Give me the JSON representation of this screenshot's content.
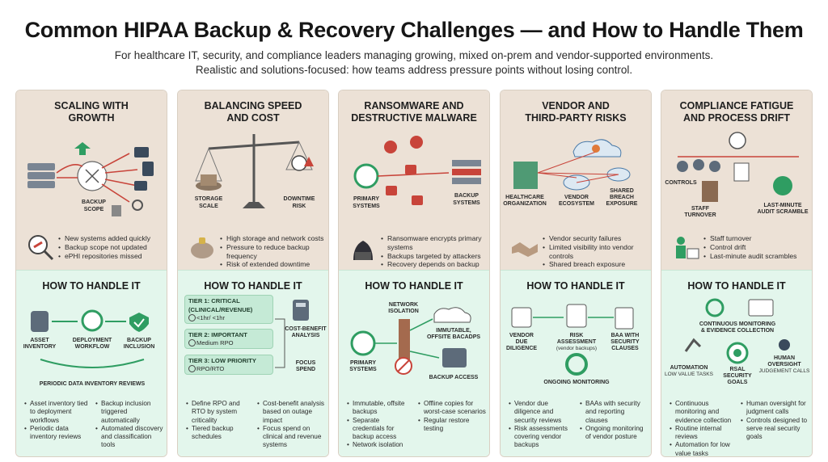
{
  "header": {
    "title": "Common HIPAA Backup & Recovery Challenges — and How to Handle Them",
    "subtitle1": "For healthcare IT, security, and compliance leaders managing growing, mixed on-prem and vendor-supported environments.",
    "subtitle2": "Realistic and solutions-focused: how teams address pressure points without losing control."
  },
  "colors": {
    "challenge_bg": "#ece1d6",
    "solution_bg": "#e3f6ec",
    "accent_green": "#2f9d62",
    "accent_red": "#c8443a"
  },
  "columns": [
    {
      "title1": "SCALING WITH",
      "title2": "GROWTH",
      "art_labels": [
        "BACKUP",
        "SCOPE"
      ],
      "bullets": [
        "New systems added quickly",
        "Backup scope not updated",
        "ePHI repositories missed"
      ],
      "handle_title": "HOW TO HANDLE IT",
      "flow_labels": [
        "ASSET",
        "INVENTORY",
        "DEPLOYMENT",
        "WORKFLOW",
        "BACKUP",
        "INCLUSION"
      ],
      "flow_caption": "PERIODIC DATA INVENTORY REVIEWS",
      "sol_left": [
        "Asset inventory tied to deployment workflows",
        "Periodic data inventory reviews"
      ],
      "sol_right": [
        "Backup inclusion triggered automatically",
        "Automated discovery and classification tools"
      ]
    },
    {
      "title1": "BALANCING SPEED",
      "title2": "AND COST",
      "art_labels": [
        "STORAGE",
        "SCALE",
        "DOWNTIME",
        "RISK"
      ],
      "bullets": [
        "High storage and network costs",
        "Pressure to reduce backup frequency",
        "Risk of extended downtime"
      ],
      "handle_title": "HOW TO HANDLE IT",
      "tiers": [
        {
          "name": "TIER 1: CRITICAL",
          "name2": "(Clinical/Revenue)",
          "value": "<1hr/ <1hr"
        },
        {
          "name": "TIER 2: IMPORTANT",
          "value": "Medium RPO"
        },
        {
          "name": "TIER 3: LOW PRIORITY",
          "value": "RPO/RTO"
        }
      ],
      "side_labels": [
        "COST-BENEFIT",
        "ANALYSIS",
        "FOCUS",
        "SPEND"
      ],
      "sol_left": [
        "Define RPO and RTO by system criticality",
        "Tiered backup schedules"
      ],
      "sol_right": [
        "Cost-benefit analysis based on outage impact",
        "Focus spend on clinical and revenue systems"
      ]
    },
    {
      "title1": "RANSOMWARE AND",
      "title2": "DESTRUCTIVE MALWARE",
      "art_labels": [
        "PRIMARY",
        "SYSTEMS",
        "BACKUP",
        "SYSTEMS"
      ],
      "bullets": [
        "Ransomware encrypts primary systems",
        "Backups targeted by attackers",
        "Recovery depends on backup integrity"
      ],
      "handle_title": "HOW TO HANDLE IT",
      "flow_labels": [
        "NETWORK",
        "ISOLATION",
        "PRIMARY",
        "SYSTEMS",
        "IMMUTABLE,",
        "OFFSITE BACADPS",
        "BACKUP ACCESS"
      ],
      "sol_left": [
        "Immutable, offsite backups",
        "Separate credentials for backup access",
        "Network isolation"
      ],
      "sol_right": [
        "Offline copies for worst-case scenarios",
        "Regular restore testing"
      ]
    },
    {
      "title1": "VENDOR AND",
      "title2": "THIRD-PARTY RISKS",
      "art_labels": [
        "HEALTHCARE",
        "ORGANIZATION",
        "VENDOR",
        "ECOSYSTEM",
        "SHARED",
        "BREACH",
        "EXPOSURE"
      ],
      "bullets": [
        "Vendor security failures",
        "Limited visibility into vendor controls",
        "Shared breach exposure"
      ],
      "handle_title": "HOW TO HANDLE IT",
      "flow_labels": [
        "VENDOR",
        "DUE",
        "DILIGENCE",
        "RISK",
        "ASSESSMENT",
        "(vendor backups)",
        "BAA WITH",
        "SECURITY",
        "CLAUSES",
        "ONGOING MONITORING"
      ],
      "sol_left": [
        "Vendor due diligence and security reviews",
        "Risk assessments covering vendor backups"
      ],
      "sol_right": [
        "BAAs with security and reporting clauses",
        "Ongoing monitoring of vendor posture"
      ]
    },
    {
      "title1": "COMPLIANCE FATIGUE",
      "title2": "AND PROCESS DRIFT",
      "art_labels": [
        "CONTROLS",
        "STAFF",
        "TURNOVER",
        "LAST-MINUTE",
        "AUDIT SCRAMBLE"
      ],
      "bullets": [
        "Staff turnover",
        "Control drift",
        "Last-minute audit scrambles"
      ],
      "handle_title": "HOW TO HANDLE IT",
      "flow_labels": [
        "CONTINUOUS MONITORING",
        "& EVIDENCE COLLECTION",
        "AUTOMATION",
        "LOW VALUE TASKS",
        "RSAL",
        "SECURITY",
        "GOALS",
        "HUMAN",
        "OVERSIGHT",
        "JUDGEMENT CALLS"
      ],
      "sol_left": [
        "Continuous monitoring and evidence collection",
        "Routine internal reviews",
        "Automation for low value tasks"
      ],
      "sol_right": [
        "Human oversight for judgment calls",
        "Controls designed to serve real security goals"
      ]
    }
  ]
}
